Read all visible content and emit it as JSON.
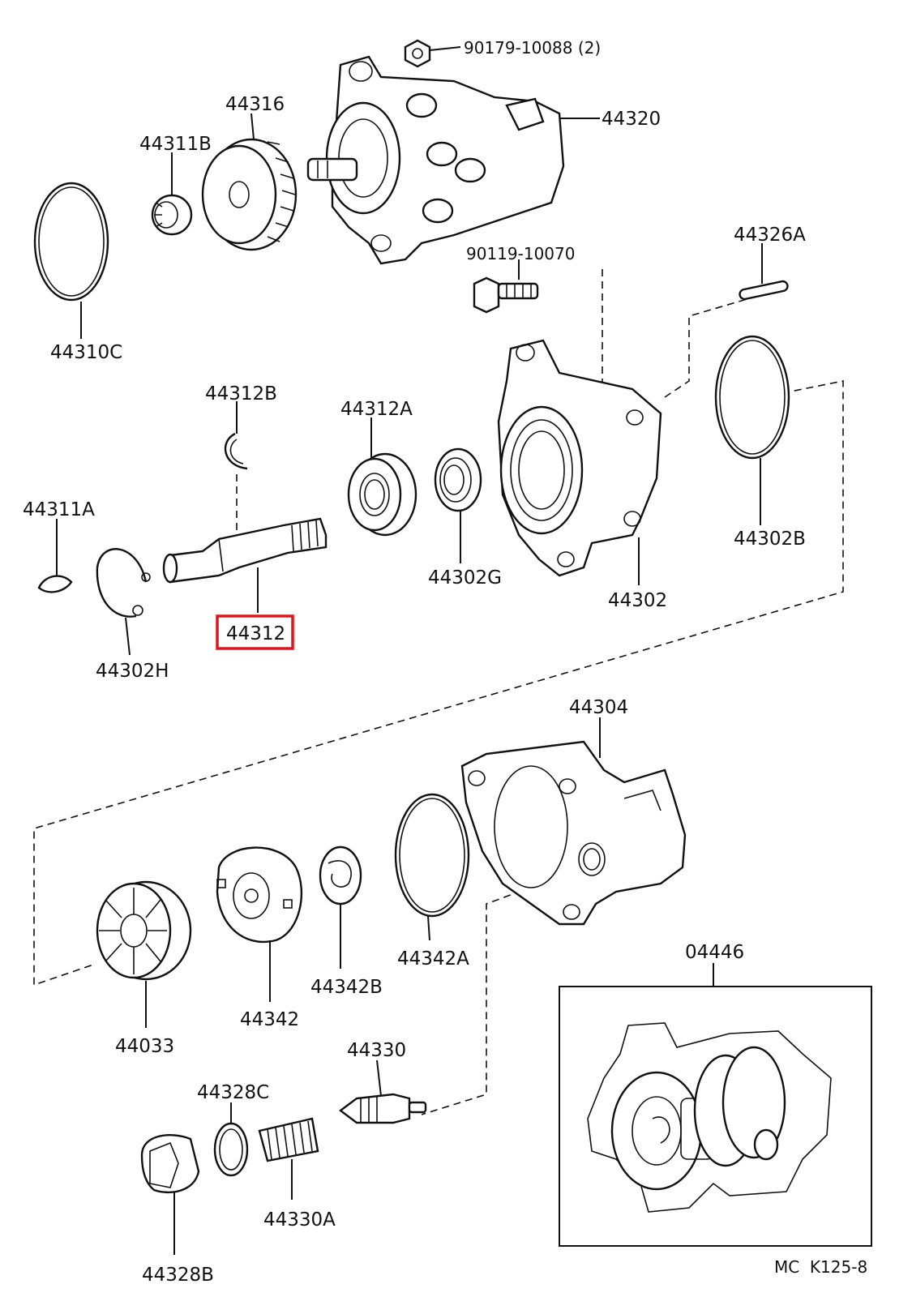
{
  "diagram": {
    "highlight_color": "#e0141e",
    "highlighted_part": "44312",
    "labels": {
      "p90179": "90179-10088 (2)",
      "p44320": "44320",
      "p44316": "44316",
      "p44311B": "44311B",
      "p44310C": "44310C",
      "p90119": "90119-10070",
      "p44326A": "44326A",
      "p44312B": "44312B",
      "p44312A": "44312A",
      "p44311A": "44311A",
      "p44302B": "44302B",
      "p44302G": "44302G",
      "p44302": "44302",
      "p44312": "44312",
      "p44302H": "44302H",
      "p44304": "44304",
      "p44342A": "44342A",
      "p44342B": "44342B",
      "p44342": "44342",
      "p44033": "44033",
      "p04446": "04446",
      "p44330": "44330",
      "p44328C": "44328C",
      "p44330A": "44330A",
      "p44328B": "44328B",
      "ref_code": "MC  K125-8"
    }
  }
}
